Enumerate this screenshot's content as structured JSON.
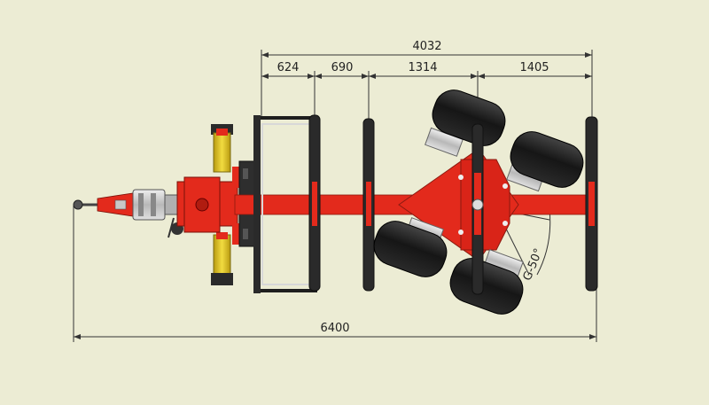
{
  "colors": {
    "background": "#ececd4",
    "frame_red": "#e32a1c",
    "dark_red": "#a01810",
    "tire": "#1c1c1c",
    "tire_highlight": "#555555",
    "yellow_cylinder": "#e8d030",
    "silver": "#c8c8c8",
    "dimension_line": "#333333"
  },
  "dimensions": {
    "overall_top": "4032",
    "seg_1": "624",
    "seg_2": "690",
    "seg_3": "1314",
    "seg_4": "1405",
    "overall_bottom": "6400",
    "steer_angle": "G-50°"
  }
}
